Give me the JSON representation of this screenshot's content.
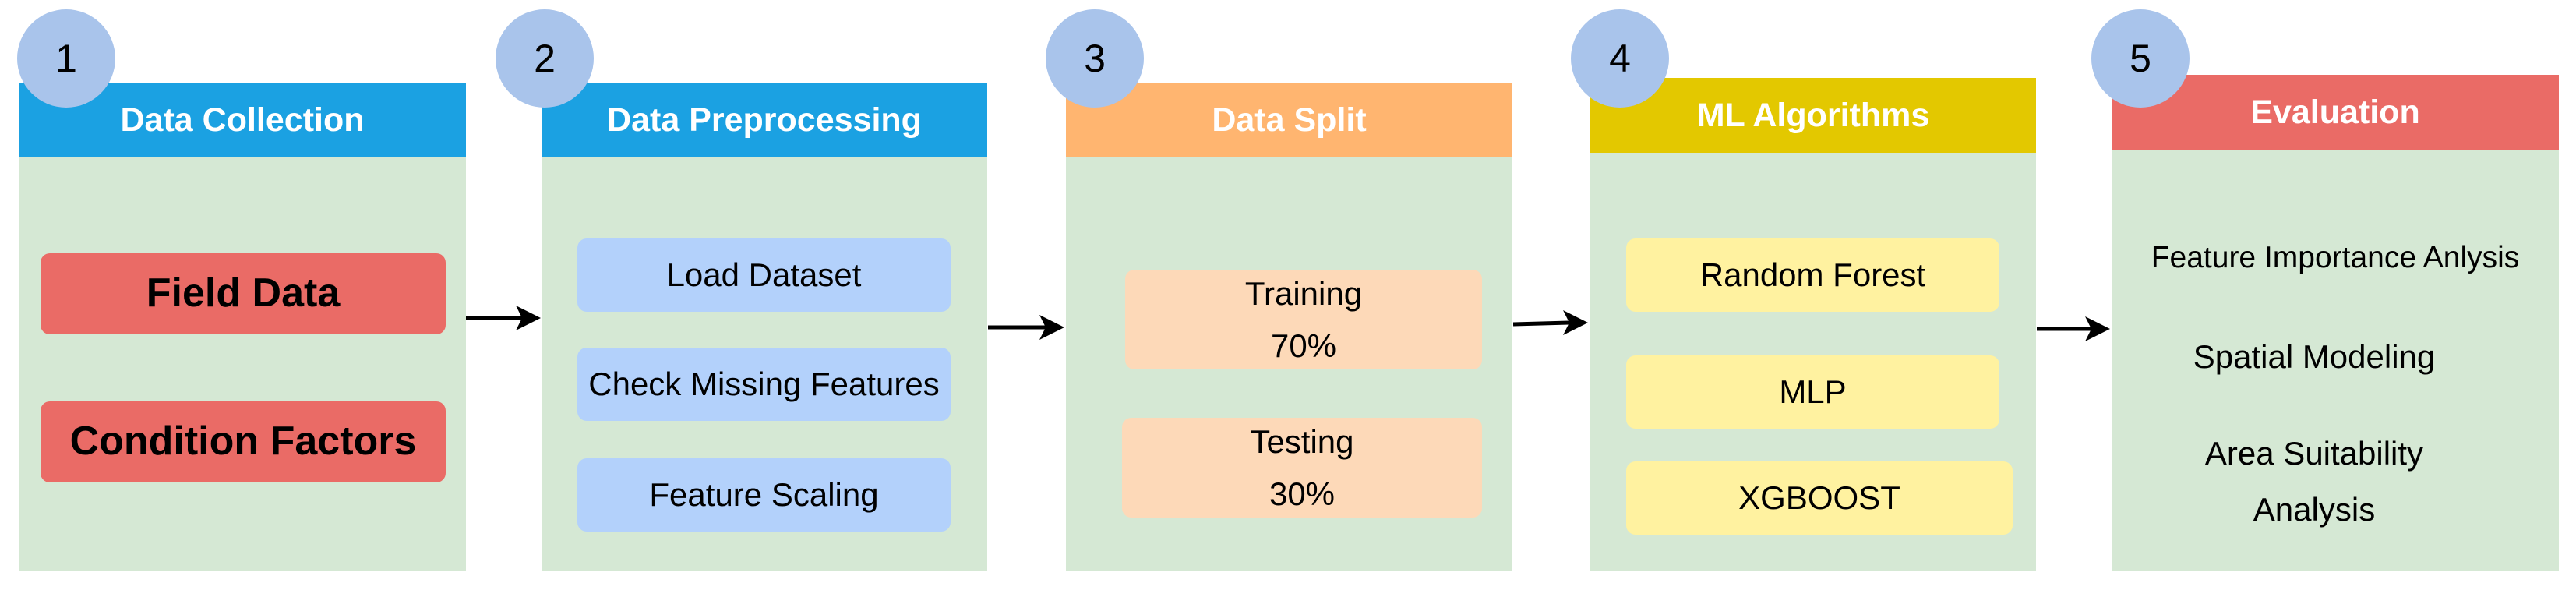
{
  "stages": [
    {
      "number": "1",
      "title": "Data Collection",
      "header_color": "#1ba1e2",
      "items": [
        "Field Data",
        "Condition Factors"
      ]
    },
    {
      "number": "2",
      "title": "Data Preprocessing",
      "header_color": "#1ba1e2",
      "items": [
        "Load Dataset",
        "Check Missing Features",
        "Feature Scaling"
      ]
    },
    {
      "number": "3",
      "title": "Data Split",
      "header_color": "#ffb570",
      "items": [
        {
          "label": "Training",
          "value": "70%"
        },
        {
          "label": "Testing",
          "value": "30%"
        }
      ]
    },
    {
      "number": "4",
      "title": "ML Algorithms",
      "header_color": "#e3c800",
      "items": [
        "Random Forest",
        "MLP",
        "XGBOOST"
      ]
    },
    {
      "number": "5",
      "title": "Evaluation",
      "header_color": "#ea6b66",
      "items": [
        "Feature Importance Anlysis",
        "Spatial Modeling",
        "Area Suitability",
        "Analysis"
      ]
    }
  ],
  "colors": {
    "body_green": "#d5e8d4",
    "badge_blue": "#a9c4eb",
    "item_red": "#ea6b66",
    "item_blue": "#b3d1fb",
    "item_peach": "#fdd9b8",
    "item_yellow": "#fff2a0"
  },
  "icons": [
    "arrow-right-icon"
  ]
}
